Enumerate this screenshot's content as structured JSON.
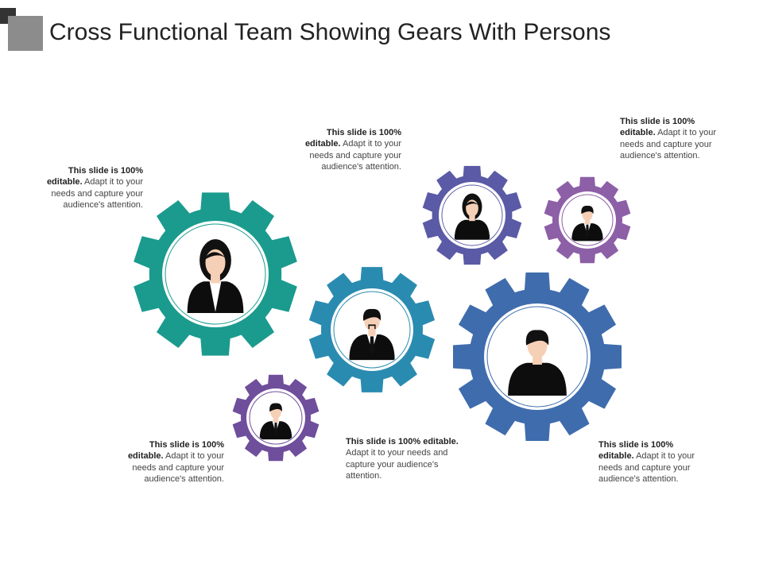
{
  "title": "Cross Functional Team Showing Gears With Persons",
  "colors": {
    "teal": "#1a9b8e",
    "blue_mid": "#2a8bb0",
    "blue_dark": "#3f6cad",
    "indigo": "#5a5aa6",
    "purple": "#8d5fa7",
    "purple_small": "#6f4e9c",
    "skin": "#f6d0b6",
    "clothing": "#0d0d0d"
  },
  "gears": [
    {
      "name": "gear-teal-woman",
      "color": "teal",
      "person": "woman-blazer"
    },
    {
      "name": "gear-blue-mustache-man",
      "color": "blue_mid",
      "person": "man-mustache-tie"
    },
    {
      "name": "gear-dark-blue-man",
      "color": "blue_dark",
      "person": "man-tshirt"
    },
    {
      "name": "gear-indigo-woman",
      "color": "indigo",
      "person": "woman-top"
    },
    {
      "name": "gear-purple-man",
      "color": "purple",
      "person": "man-suit"
    },
    {
      "name": "gear-small-purple-man",
      "color": "purple_small",
      "person": "man-suit"
    }
  ],
  "captions": [
    {
      "bold": "This slide is 100% editable.",
      "text": " Adapt it to your needs and capture your audience's attention."
    },
    {
      "bold": "This slide is 100% editable.",
      "text": " Adapt it to your needs and capture your audience's attention."
    },
    {
      "bold": "This slide is 100% editable.",
      "text": " Adapt it to your needs and capture your audience's attention."
    },
    {
      "bold": "This slide is 100% editable.",
      "text": " Adapt it to your needs and capture your audience's attention."
    },
    {
      "bold": "This slide is 100% editable.",
      "text": " Adapt it to your needs and capture your audience's attention."
    },
    {
      "bold": "This slide is 100% editable.",
      "text": " Adapt it to your needs and capture your audience's attention."
    }
  ]
}
